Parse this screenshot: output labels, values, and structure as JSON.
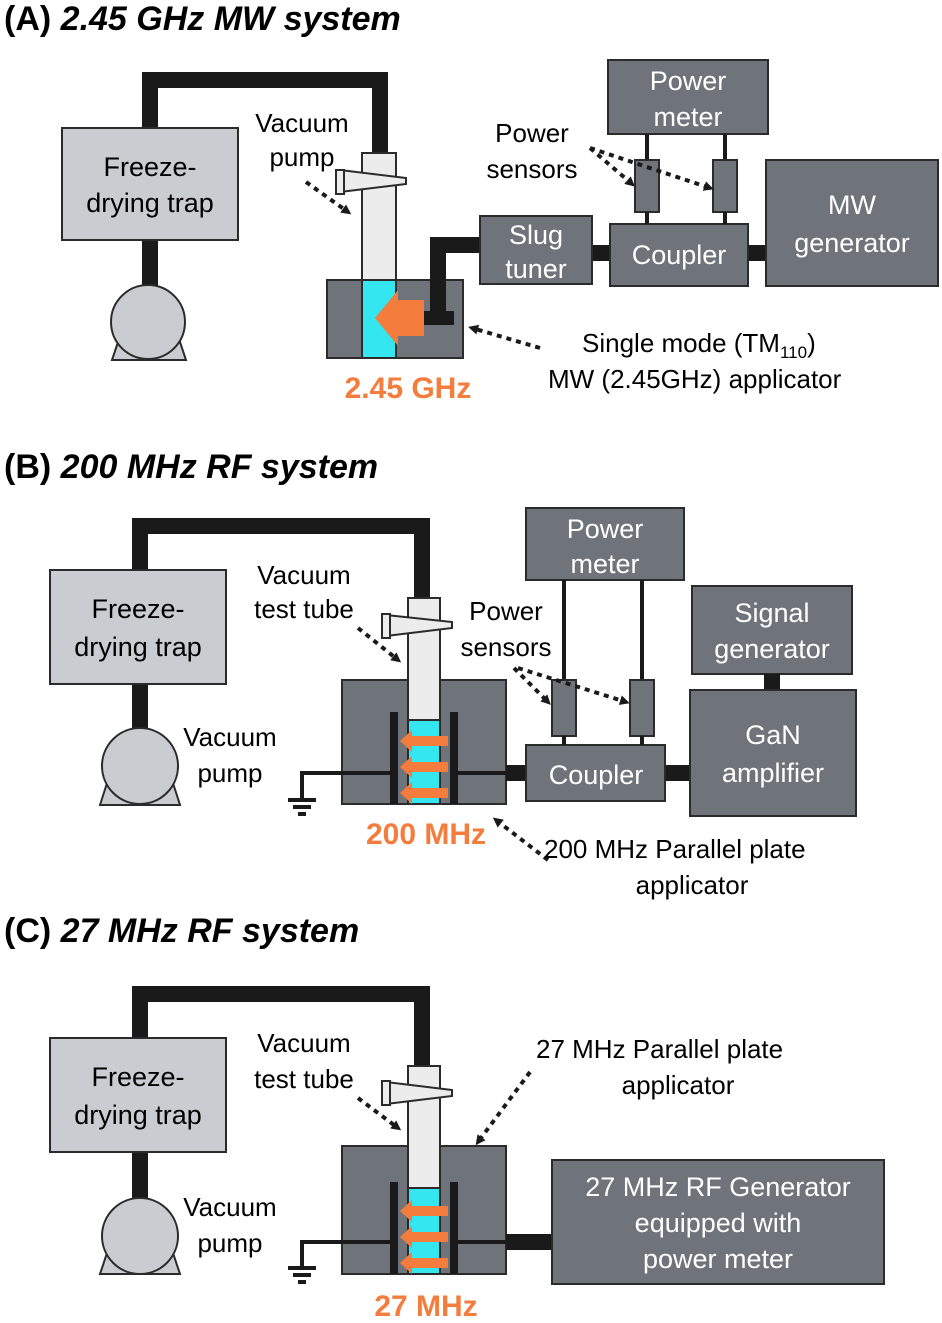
{
  "panels": {
    "a": {
      "label": "(A)",
      "title": "2.45 GHz MW system",
      "freeze_drying_trap": [
        "Freeze-",
        "drying trap"
      ],
      "vacuum_pump": [
        "Vacuum",
        "pump"
      ],
      "power_meter": [
        "Power",
        "meter"
      ],
      "power_sensors": [
        "Power",
        "sensors"
      ],
      "slug_tuner": [
        "Slug",
        "tuner"
      ],
      "coupler": "Coupler",
      "generator": [
        "MW",
        "generator"
      ],
      "applicator_line1_prefix": "Single mode (TM",
      "applicator_line1_sub": "110",
      "applicator_line1_suffix": ")",
      "applicator_line2": "MW (2.45GHz) applicator",
      "frequency": "2.45 GHz"
    },
    "b": {
      "label": "(B)",
      "title": "200 MHz RF system",
      "freeze_drying_trap": [
        "Freeze-",
        "drying trap"
      ],
      "vacuum_test_tube": [
        "Vacuum",
        "test tube"
      ],
      "vacuum_pump": [
        "Vacuum",
        "pump"
      ],
      "power_meter": [
        "Power",
        "meter"
      ],
      "power_sensors": [
        "Power",
        "sensors"
      ],
      "signal_generator": [
        "Signal",
        "generator"
      ],
      "coupler": "Coupler",
      "amplifier": [
        "GaN",
        "amplifier"
      ],
      "applicator": [
        "200 MHz Parallel plate",
        "applicator"
      ],
      "frequency": "200 MHz"
    },
    "c": {
      "label": "(C)",
      "title": "27 MHz RF system",
      "freeze_drying_trap": [
        "Freeze-",
        "drying trap"
      ],
      "vacuum_test_tube": [
        "Vacuum",
        "test tube"
      ],
      "vacuum_pump": [
        "Vacuum",
        "pump"
      ],
      "applicator": [
        "27 MHz Parallel plate",
        "applicator"
      ],
      "generator": [
        "27 MHz RF Generator",
        "equipped with",
        "power meter"
      ],
      "frequency": "27 MHz"
    }
  },
  "colors": {
    "box_dark": "#6f747a",
    "box_light": "#c9cdd1",
    "sample": "#33e6f0",
    "arrow": "#f47c3c",
    "frequency_text": "#f47c3c"
  }
}
